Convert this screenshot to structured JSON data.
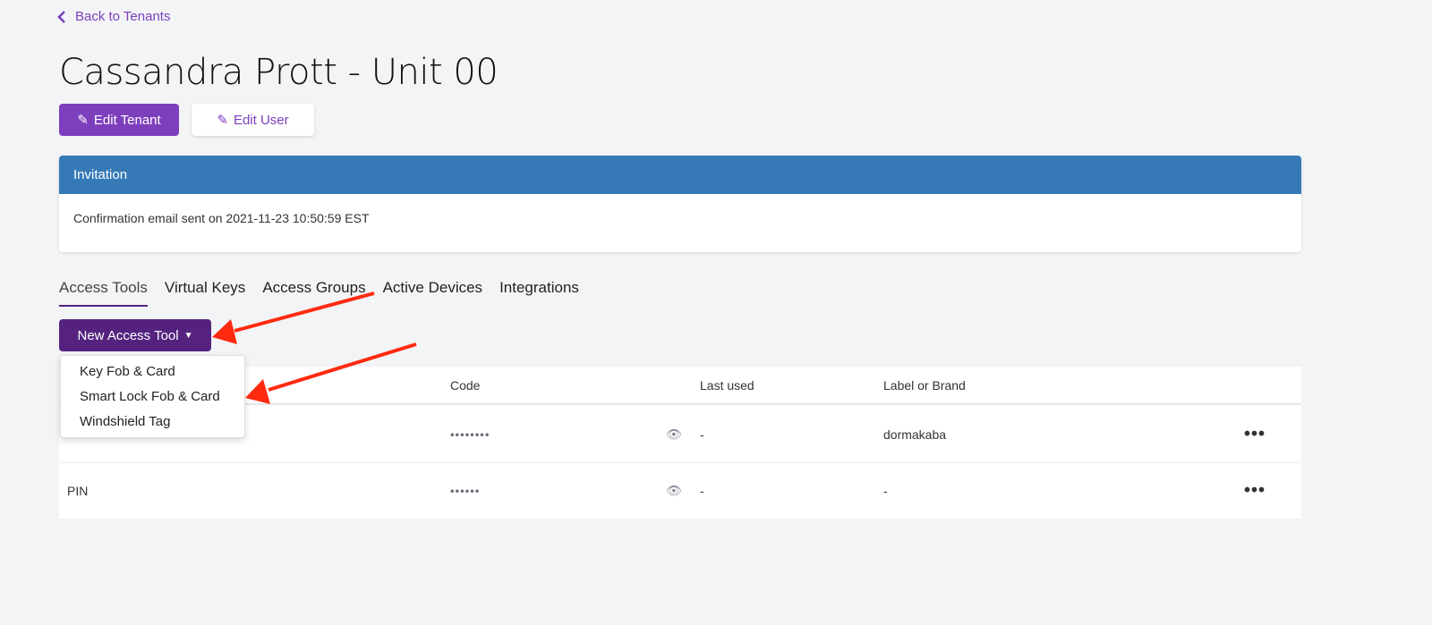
{
  "nav": {
    "back_label": "Back to Tenants"
  },
  "page": {
    "title": "Cassandra Prott - Unit 00",
    "edit_tenant": "Edit Tenant",
    "edit_user": "Edit User"
  },
  "invitation": {
    "header": "Invitation",
    "message": "Confirmation email sent on 2021-11-23 10:50:59 EST"
  },
  "tabs": [
    "Access Tools",
    "Virtual Keys",
    "Access Groups",
    "Active Devices",
    "Integrations"
  ],
  "new_tool": {
    "label": "New Access Tool",
    "menu": [
      "Key Fob & Card",
      "Smart Lock Fob & Card",
      "Windshield Tag"
    ]
  },
  "table": {
    "headers": [
      "Code",
      "Last used",
      "Label or Brand"
    ],
    "rows": [
      {
        "type": "",
        "code": "••••••••",
        "last_used": "-",
        "label": "dormakaba"
      },
      {
        "type": "PIN",
        "code": "••••••",
        "last_used": "-",
        "label": "-"
      }
    ]
  },
  "colors": {
    "accent": "#7e3fbd",
    "dark_accent": "#55237f",
    "header_blue": "#357ab7",
    "annotation": "#ff2a0f"
  }
}
